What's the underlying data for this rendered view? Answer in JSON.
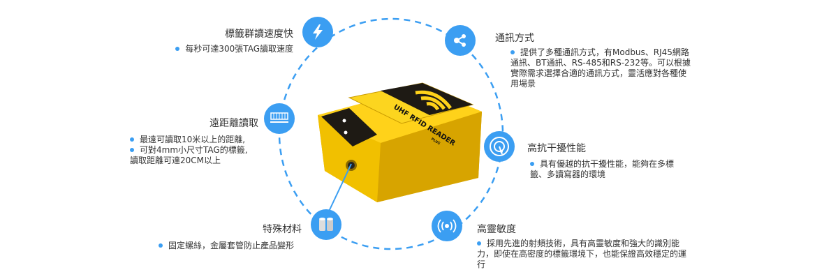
{
  "accent": "#3b9ef2",
  "device": {
    "label": "UHF RFID READER",
    "sublabel": "PLUS"
  },
  "features": {
    "speed": {
      "title": "標籤群讀速度快",
      "icon": "lightning-icon",
      "lines": [
        "每秒可達300張TAG讀取速度"
      ]
    },
    "distance": {
      "title": "遠距離讀取",
      "icon": "antenna-bar-icon",
      "lines": [
        "最遠可讀取10米以上的距離,",
        "可對4mm小尺寸TAG的標籤,",
        "讀取距離可達20CM以上"
      ]
    },
    "material": {
      "title": "特殊材料",
      "icon": "metal-cylinders-icon",
      "lines": [
        "固定螺絲，金屬套管防止產品變形"
      ]
    },
    "comm": {
      "title": "通訊方式",
      "icon": "share-icon",
      "text": "提供了多種通訊方式，有Modbus、RJ45網路通訊、BT通訊、RS-485和RS-232等。可以根據實際需求選擇合適的通訊方式，靈活應對各種使用場景"
    },
    "interference": {
      "title": "高抗干擾性能",
      "icon": "radar-icon",
      "text": "具有優越的抗干擾性能，能夠在多標籤、多讀寫器的環境"
    },
    "sensitivity": {
      "title": "高靈敏度",
      "icon": "signal-broadcast-icon",
      "text": "採用先進的射頻技術，具有高靈敏度和強大的識別能力，即使在高密度的標籤環境下，也能保證高效穩定的運行"
    }
  }
}
